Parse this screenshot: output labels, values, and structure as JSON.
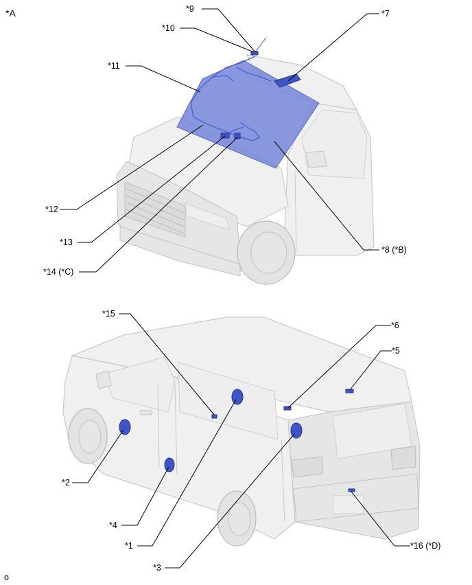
{
  "view_label": "*A",
  "footer_code": "o",
  "callouts": {
    "c9": "*9",
    "c10": "*10",
    "c7": "*7",
    "c11": "*11",
    "c12": "*12",
    "c13": "*13",
    "c14": "*14 (*C)",
    "c8": "*8 (*B)",
    "c15": "*15",
    "c6": "*6",
    "c5": "*5",
    "c2": "*2",
    "c4": "*4",
    "c1": "*1",
    "c3": "*3",
    "c16": "*16 (*D)"
  },
  "colors": {
    "highlight_part": "#3d55c8",
    "windshield_highlight": "#7385d8",
    "vehicle_body": "#f0f0f0"
  }
}
